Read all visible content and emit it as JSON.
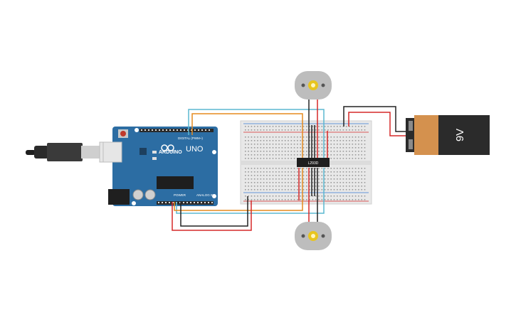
{
  "arduino": {
    "logo_text": "ARDUINO",
    "model": "UNO",
    "digital_label": "DIGITAL (PWM~)",
    "power_label": "POWER",
    "analog_label": "ANALOG IN"
  },
  "driver_chip": {
    "label": "L293D"
  },
  "battery": {
    "label": "9V"
  },
  "colors": {
    "board": "#2c6da3",
    "breadboard": "#e8e8e8",
    "battery_body": "#2b2b2b",
    "battery_label": "#d4914e",
    "wire_red": "#d62828",
    "wire_black": "#222222",
    "wire_orange": "#e58a1f",
    "wire_cyan": "#5bb8d1",
    "motor_body": "#bdbdbd",
    "motor_shaft": "#e8c51f"
  }
}
